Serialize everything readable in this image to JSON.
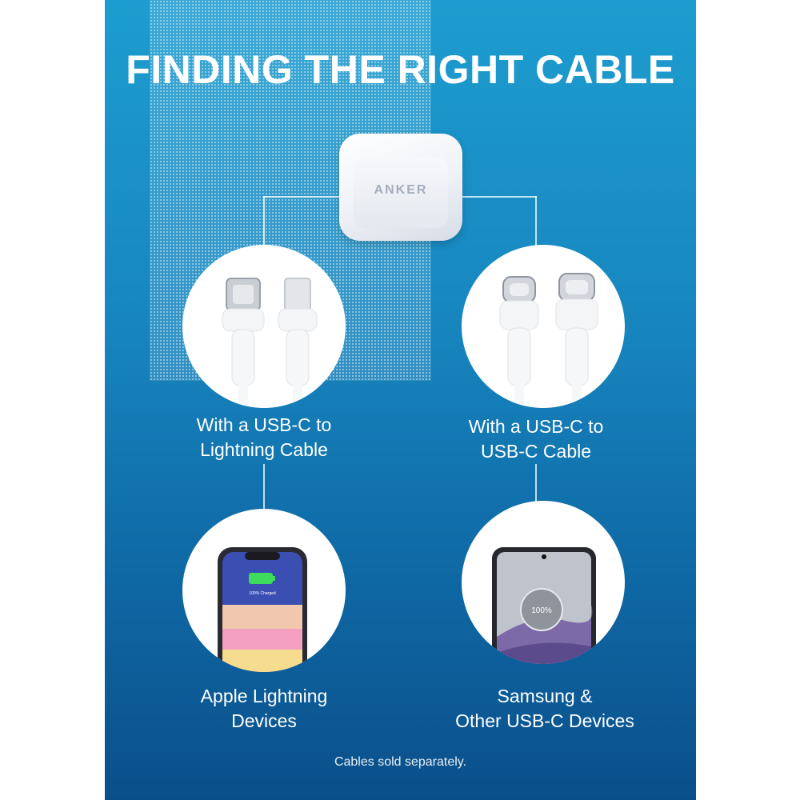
{
  "title": "FINDING THE RIGHT CABLE",
  "charger": {
    "brand": "ANKER"
  },
  "left_cable": {
    "line1": "With a USB-C to",
    "line2": "Lightning Cable"
  },
  "right_cable": {
    "line1": "With a USB-C to",
    "line2": "USB-C Cable"
  },
  "left_device": {
    "line1": "Apple Lightning",
    "line2": "Devices",
    "screen_text": "100% Charged"
  },
  "right_device": {
    "line1": "Samsung &",
    "line2": "Other USB-C Devices",
    "screen_text": "100%"
  },
  "footnote": "Cables sold separately.",
  "colors": {
    "panel_top": "#1d9dcf",
    "panel_bottom": "#0a4f8a",
    "text": "#ffffff",
    "battery_green": "#3ddc5a"
  }
}
